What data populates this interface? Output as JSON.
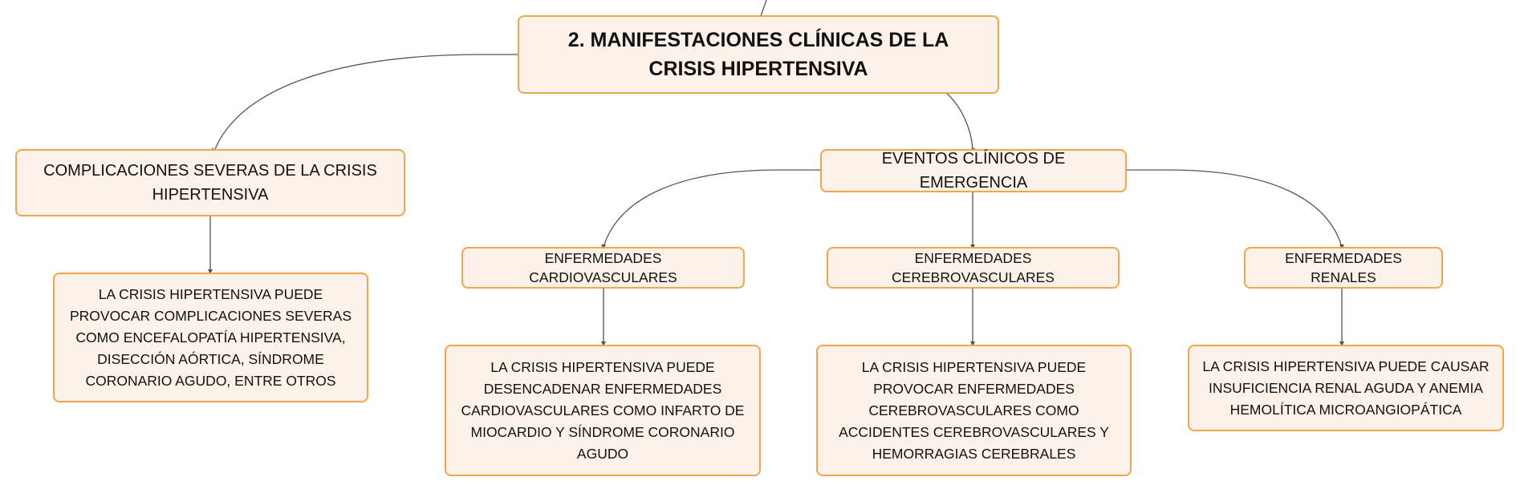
{
  "diagram": {
    "root": {
      "label": "2. MANIFESTACIONES CLÍNICAS DE LA CRISIS HIPERTENSIVA"
    },
    "branches": [
      {
        "label": "COMPLICACIONES SEVERAS DE LA CRISIS HIPERTENSIVA",
        "children": [
          {
            "label": "LA CRISIS HIPERTENSIVA PUEDE PROVOCAR COMPLICACIONES SEVERAS COMO ENCEFALOPATÍA HIPERTENSIVA, DISECCIÓN AÓRTICA, SÍNDROME CORONARIO AGUDO, ENTRE OTROS"
          }
        ]
      },
      {
        "label": "EVENTOS CLÍNICOS DE EMERGENCIA",
        "children": [
          {
            "label": "ENFERMEDADES CARDIOVASCULARES",
            "children": [
              {
                "label": "LA CRISIS HIPERTENSIVA PUEDE DESENCADENAR ENFERMEDADES CARDIOVASCULARES COMO INFARTO DE MIOCARDIO Y SÍNDROME CORONARIO AGUDO"
              }
            ]
          },
          {
            "label": "ENFERMEDADES CEREBROVASCULARES",
            "children": [
              {
                "label": "LA CRISIS HIPERTENSIVA PUEDE PROVOCAR ENFERMEDADES CEREBROVASCULARES COMO ACCIDENTES CEREBROVASCULARES Y HEMORRAGIAS CEREBRALES"
              }
            ]
          },
          {
            "label": "ENFERMEDADES RENALES",
            "children": [
              {
                "label": "LA CRISIS HIPERTENSIVA PUEDE CAUSAR INSUFICIENCIA RENAL AGUDA Y ANEMIA HEMOLÍTICA MICROANGIOPÁTICA"
              }
            ]
          }
        ]
      }
    ]
  },
  "colors": {
    "node_fill": "#fdf2e9",
    "node_border": "#f0a64a",
    "connector": "#555555",
    "text": "#111111"
  }
}
